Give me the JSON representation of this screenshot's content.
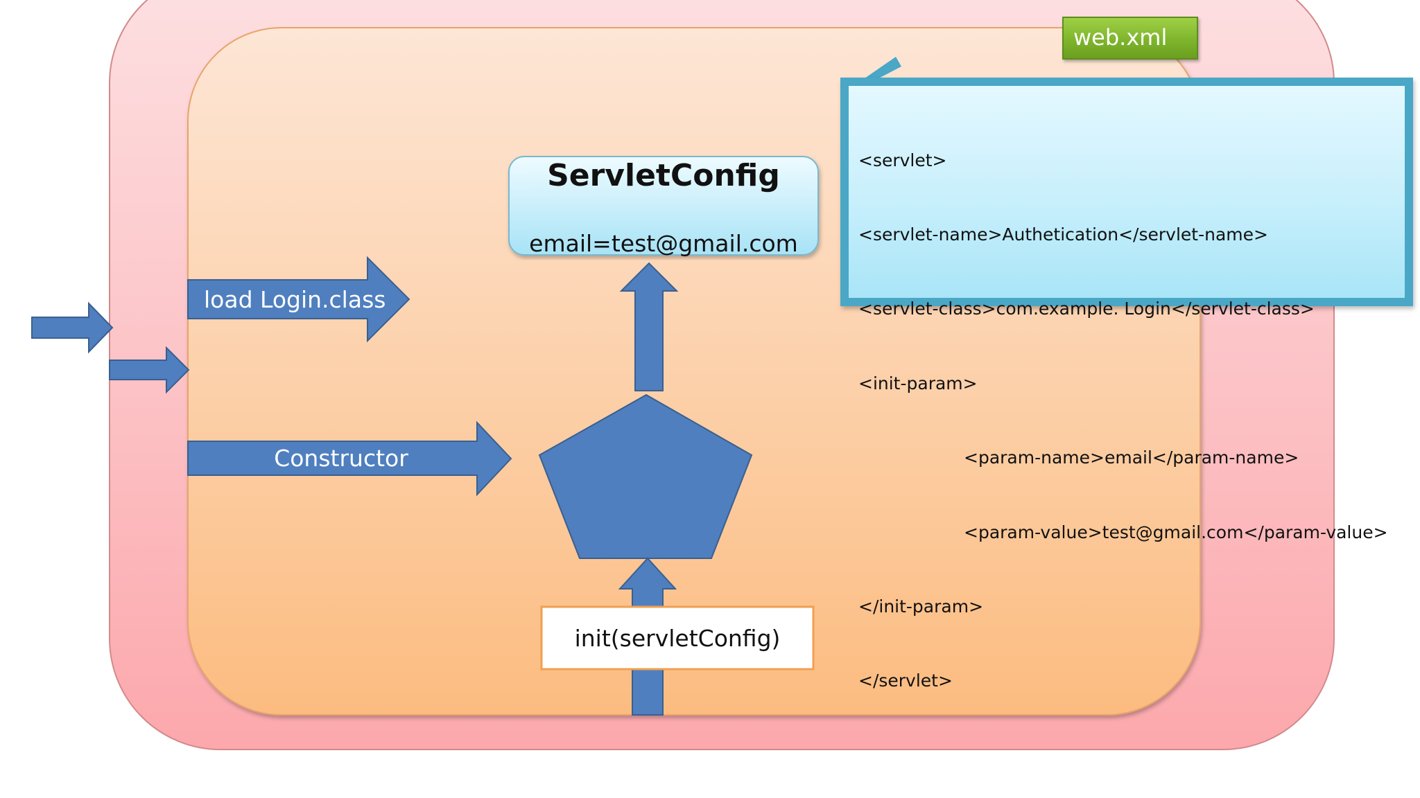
{
  "diagram": {
    "arrows": {
      "load_label": "load Login.class",
      "constructor_label": "Constructor"
    },
    "servlet_config": {
      "title": "ServletConfig",
      "value": "email=test@gmail.com"
    },
    "init_box": {
      "label": "init(servletConfig)"
    },
    "web_xml": {
      "tag": "web.xml",
      "lines": [
        "<servlet>",
        "<servlet-name>Authetication</servlet-name>",
        "<servlet-class>com.example. Login</servlet-class>",
        "<init-param>",
        "<param-name>email</param-name>",
        "<param-value>test@gmail.com</param-value>",
        "</init-param>",
        "</servlet>"
      ]
    }
  },
  "colors": {
    "arrow_fill": "#4f7fbf",
    "arrow_stroke": "#3a5f8f",
    "outer_container": "#fcc5c8",
    "inner_container": "#fdd3a8",
    "init_border": "#f0a050",
    "code_border": "#4aa7c6",
    "tag_green": "#7fb52c"
  }
}
